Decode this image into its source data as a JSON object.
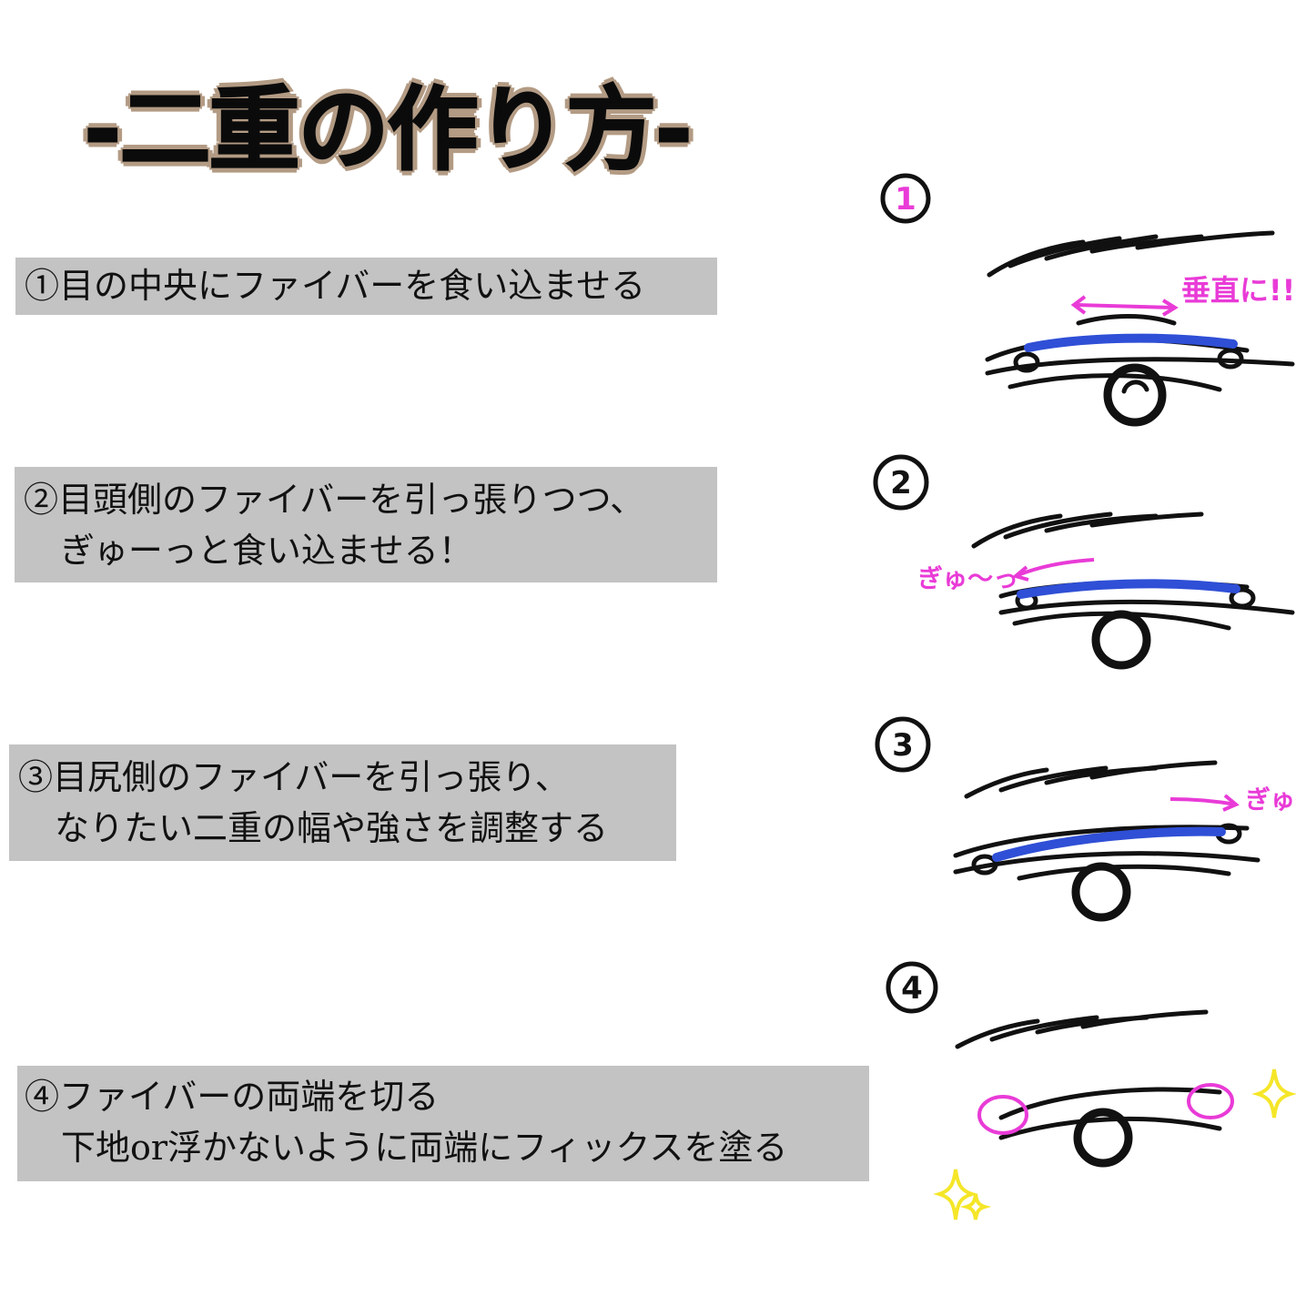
{
  "title": "-二重の作り方-",
  "steps": [
    {
      "line1": "①目の中央にファイバーを食い込ませる",
      "line2": ""
    },
    {
      "line1": "②目頭側のファイバーを引っ張りつつ、",
      "line2": "ぎゅーっと食い込ませる！"
    },
    {
      "line1": "③目尻側のファイバーを引っ張り、",
      "line2": "なりたい二重の幅や強さを調整する"
    },
    {
      "line1": "④ファイバーの両端を切る",
      "line2": "下地or浮かないように両端にフィックスを塗る"
    }
  ],
  "illustrations": [
    {
      "number": "1",
      "annotation": "垂直に!!"
    },
    {
      "number": "2",
      "annotation": "ぎゅ〜っ"
    },
    {
      "number": "3",
      "annotation": "ぎゅ〜"
    },
    {
      "number": "4",
      "annotation": ""
    }
  ],
  "colors": {
    "panel": "#c3c3c3",
    "title_outline": "#b39b84",
    "fiber": "#2f4fd6",
    "annotation": "#e93bd7",
    "sparkle": "#f5e629"
  }
}
